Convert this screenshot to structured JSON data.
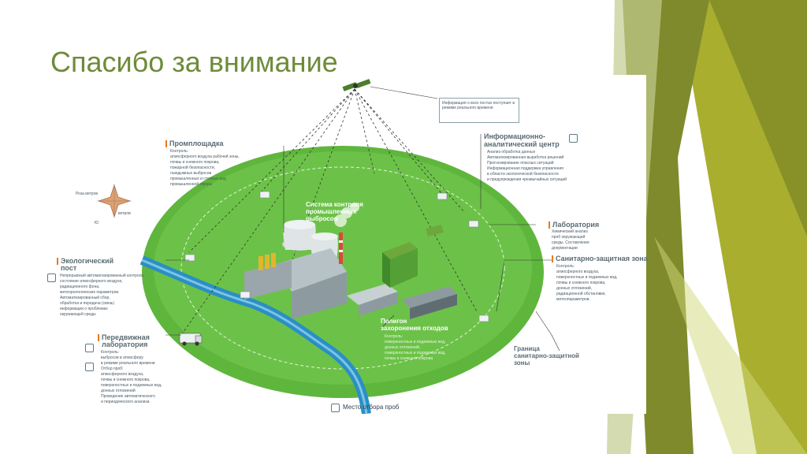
{
  "slide": {
    "title": "Спасибо за внимание"
  },
  "colors": {
    "title": "#6e8b3a",
    "olive_dark": "#8a8f1e",
    "olive_mid": "#a4ab2a",
    "green_field": "#5db43a",
    "river": "#2a8fc4"
  },
  "diagram": {
    "satellite_info": "Информация о всех постах поступает в режиме реального времени",
    "info_center": {
      "title_line1": "Информационно-",
      "title_line2": "аналитический центр",
      "items": [
        "Анализ обработка данных",
        "Автоматизированная выработка решений",
        "Прогнозирование опасных ситуаций",
        "Информационная поддержка управления",
        "в области экологической безопасности",
        "и предупреждения чрезвычайных ситуаций"
      ]
    },
    "industrial_site": {
      "title": "Промплощадка",
      "subtitle": "Контроль:",
      "items": [
        "атмосферного воздуха рабочей зоны,",
        "почвы и снежного покрова,",
        "пожарной безопасности,",
        "газодымных выбросов",
        "промышленных и сточных вод",
        "промышленной сферы"
      ]
    },
    "emission_system_line1": "Система контроля",
    "emission_system_line2": "промышленных",
    "emission_system_line3": "выбросов",
    "eco_post": {
      "title_line1": "Экологический",
      "title_line2": "пост",
      "items": [
        "Непрерывный автоматизированный контроль:",
        "состояние атмосферного воздуха,",
        "радиационного фона,",
        "метеорологических параметров.",
        "Автоматизированный сбор,",
        "обработка и передача (связь)",
        "информации о проблемах",
        "окружающей среды"
      ]
    },
    "mobile_lab": {
      "title_line1": "Передвижная",
      "title_line2": "лаборатория",
      "items": [
        "Контроль:",
        "выбросов в атмосферу",
        "в режиме реального времени",
        "Отбор проб:",
        "атмосферного воздуха,",
        "почвы и снежного покрова,",
        "поверхностных и подземных вод,",
        "донных отложений",
        "Проведение автоматического",
        "и периодического анализа"
      ]
    },
    "laboratory": {
      "title": "Лаборатория",
      "items": [
        "Химический анализ",
        "проб окружающей",
        "среды. Составление",
        "документации"
      ]
    },
    "sanitary_zone": {
      "title": "Санитарно-защитная зона",
      "items": [
        "Контроль:",
        "атмосферного воздуха,",
        "поверхностных и подземных вод,",
        "почвы и снежного покрова,",
        "донных отложений,",
        "радиационной обстановки,",
        "метеопараметров."
      ]
    },
    "landfill": {
      "title_line1": "Полигон",
      "title_line2": "захоронения отходов",
      "items": [
        "Контроль:",
        "поверхностных и подземных вод,",
        "донных отложений,",
        "поверхностных и подземных вод,",
        "почвы и снежного покрова"
      ]
    },
    "border": {
      "title_line1": "Граница",
      "title_line2": "санитарно-защитной",
      "title_line3": "зоны"
    },
    "sampling_site": "Место отбора проб",
    "wind_rose": {
      "label_top": "Роза ветров",
      "label_right": "ветров",
      "label_bottom": "Ю"
    }
  },
  "icons": [
    "satellite-icon",
    "computer-icon",
    "water-drop-icon",
    "fan-icon",
    "leaf-icon",
    "truck-icon",
    "flask-icon"
  ]
}
